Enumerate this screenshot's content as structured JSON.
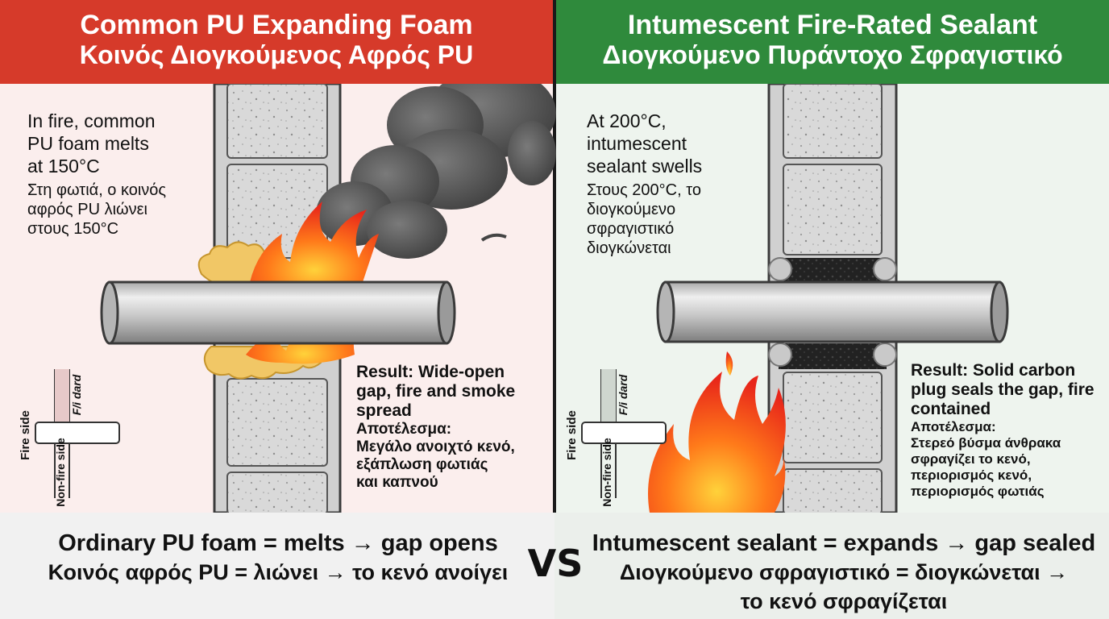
{
  "left": {
    "title_en": "Common PU Expanding Foam",
    "title_gr": "Κοινός Διογκούμενος Αφρός PU",
    "header_color": "#d63a2a",
    "note_en": [
      "In fire, common",
      "PU foam melts",
      "at 150°C"
    ],
    "note_gr": [
      "Στη φωτιά, ο κοινός",
      "αφρός PU λιώνει",
      "στους 150°C"
    ],
    "result_en": [
      "Result: Wide-open",
      "gap, fire and smoke",
      "spread"
    ],
    "result_gr": [
      "Αποτέλεσμα:",
      "Μεγάλο ανοιχτό κενό,",
      "εξάπλωση φωτιάς",
      "και καπνού"
    ],
    "inset": {
      "fire_side": "Fire side",
      "fi_dard": "F/i dard",
      "non_fire_side": "Non-fire side"
    }
  },
  "right": {
    "title_en": "Intumescent Fire-Rated Sealant",
    "title_gr": "Διογκούμενο Πυράντοχο Σφραγιστικό",
    "header_color": "#2f8a3c",
    "note_en": [
      "At 200°C,",
      "intumescent",
      "sealant swells"
    ],
    "note_gr": [
      "Στους 200°C, το",
      "διογκούμενο",
      "σφραγιστικό",
      "διογκώνεται"
    ],
    "result_en": [
      "Result: Solid carbon",
      "plug seals the gap, fire",
      "contained"
    ],
    "result_gr": [
      "Αποτέλεσμα:",
      "Στερεό βύσμα άνθρακα",
      "σφραγίζει το κενό,",
      "περιορισμός κενό,",
      "περιορισμός φωτιάς"
    ],
    "inset": {
      "fire_side": "Fire side",
      "fi_dard": "F/i dard",
      "non_fire_side": "Non-fire side"
    }
  },
  "footer": {
    "left_en": "Ordinary PU foam = melts → gap opens",
    "left_gr": "Κοινός αφρός PU = λιώνει → το κενό ανοίγει",
    "vs": "VS",
    "right_en": "Intumescent sealant = expands → gap sealed",
    "right_gr": "Διογκούμενο σφραγιστικό = διογκώνεται →",
    "right_gr2": "το κενό σφραγίζεται"
  }
}
